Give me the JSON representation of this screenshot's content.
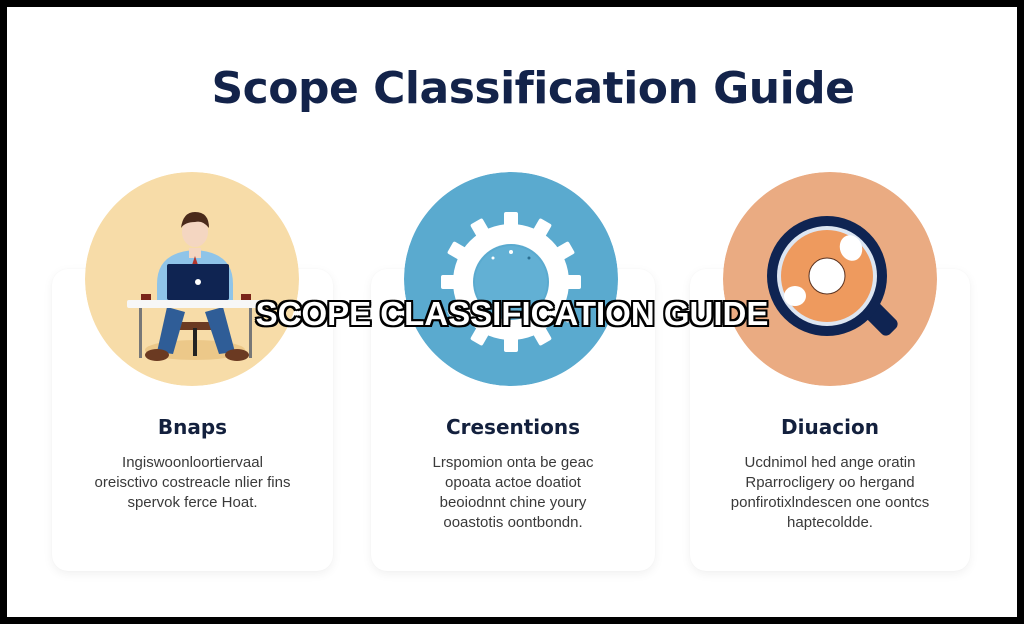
{
  "page": {
    "title": "Scope Classification Guide",
    "overlay_caption": "SCOPE CLASSIFICATION GUIDE"
  },
  "colors": {
    "title": "#13234a",
    "circle_left": "#f7dca8",
    "circle_middle": "#5aaacf",
    "circle_right": "#eaab82",
    "navy": "#0f2452"
  },
  "cards": [
    {
      "icon": "person-at-laptop-icon",
      "title": "Bnaps",
      "description": "Ingiswoonloortiervaal oreisctivo costreacle nlier fins spervok ferce Hoat."
    },
    {
      "icon": "gear-icon",
      "title": "Cresentions",
      "description": "Lrspomion onta be geac opoata actoe doatiot beoiodnnt chine youry ooastotis oontbondn."
    },
    {
      "icon": "magnifier-icon",
      "title": "Diuacion",
      "description": "Ucdnimol hed ange oratin Rparrocligery oo hergand ponfirotixlndescen one oontcs haptecoldde."
    }
  ]
}
